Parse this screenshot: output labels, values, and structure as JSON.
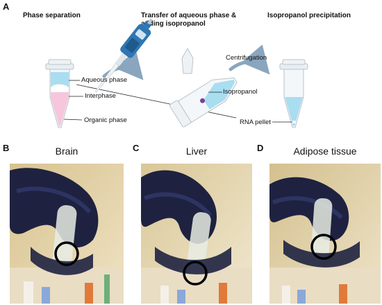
{
  "panel_a": {
    "letter": "A",
    "steps": [
      {
        "title": "Phase separation"
      },
      {
        "title": "Transfer of aqueous phase & adding isopropanol"
      },
      {
        "title": "Isopropanol precipitation"
      }
    ],
    "labels": {
      "aqueous": "Aqueous phase",
      "interphase": "Interphase",
      "organic": "Organic phase",
      "isopropanol": "Isopropanol",
      "centrifugation": "Centrifugation",
      "pellet": "RNA pellet"
    },
    "colors": {
      "aqueous": "#a9ddf0",
      "organic": "#f6c6dc",
      "pipette": "#2f76b3",
      "isopropanol_drop": "#7b3f9a"
    }
  },
  "panels": [
    {
      "letter": "B",
      "title": "Brain"
    },
    {
      "letter": "C",
      "title": "Liver"
    },
    {
      "letter": "D",
      "title": "Adipose tissue"
    }
  ]
}
